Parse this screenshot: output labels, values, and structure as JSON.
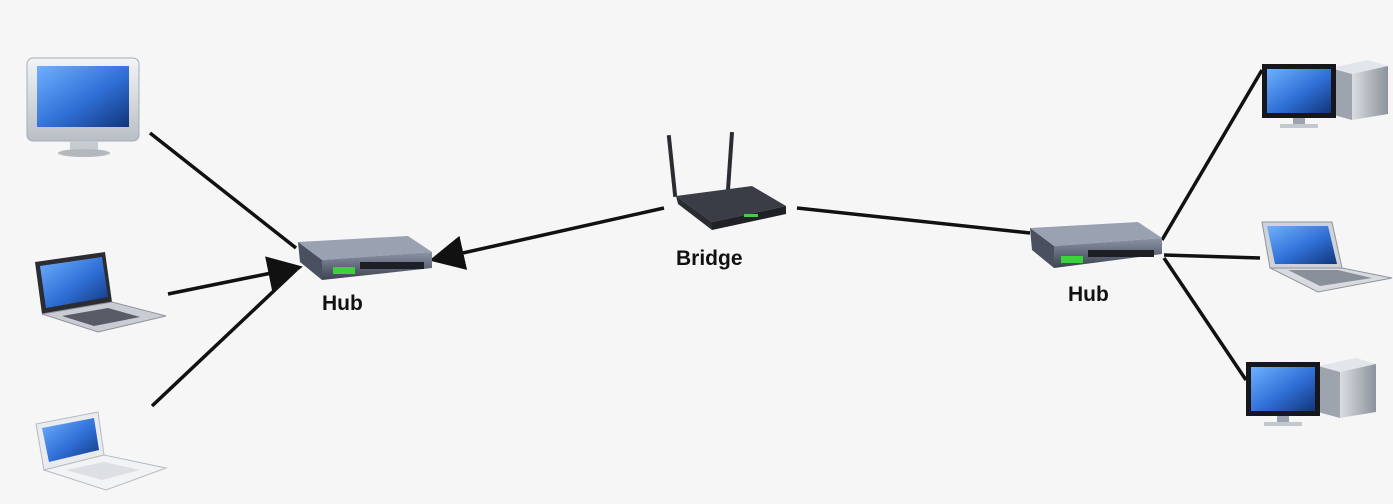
{
  "diagram": {
    "labels": {
      "hub_left": "Hub",
      "bridge": "Bridge",
      "hub_right": "Hub"
    },
    "colors": {
      "background": "#f6f6f6",
      "link": "#111111",
      "screen_blue": "#2f6fd6",
      "device_silver": "#d4d8de",
      "device_dark": "#2b2d33",
      "port_green": "#3bd23b"
    },
    "icons": {
      "left_devices": [
        "imac-icon",
        "laptop-dark-icon",
        "laptop-white-icon"
      ],
      "center": [
        "hub-icon",
        "wireless-bridge-icon",
        "hub-icon"
      ],
      "right_devices": [
        "desktop-pc-icon",
        "laptop-silver-icon",
        "desktop-pc-icon"
      ]
    }
  }
}
